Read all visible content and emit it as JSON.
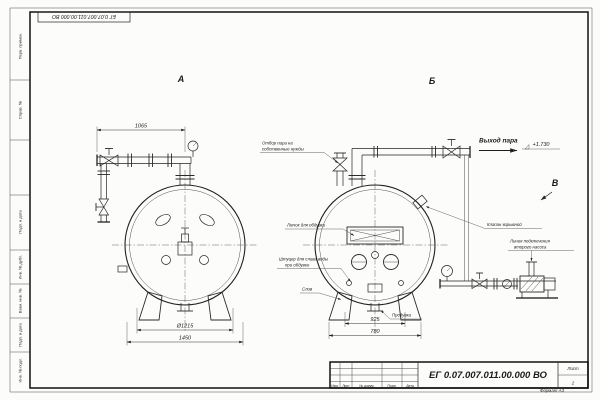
{
  "sheet": {
    "stamp_inverted": "ЕГ 0.07.007.011.00.000 ВО",
    "title_code": "ЕГ 0.07.007.011.00.000 ВО",
    "format": "Формат А3",
    "sheet_cell_label": "Лист",
    "sheet_cell_value": "2",
    "columns": {
      "izm": "Изм.",
      "list": "Лист",
      "doc": "№ докум.",
      "sign": "Подп.",
      "date": "Дата"
    },
    "margin_boxes": [
      "Перв. примен.",
      "Справ. №",
      "Подп. и дата",
      "Инв. № дубл.",
      "Взам. инв. №",
      "Подп. и дата",
      "Инв. № подл."
    ]
  },
  "views": {
    "a": "А",
    "b": "Б",
    "v": "В"
  },
  "dims": {
    "pipe_length": "1065",
    "diameter": "Ø1215",
    "overall": "1450",
    "door": "925",
    "base": "780",
    "level": "+1.730"
  },
  "labels": {
    "steam_out": "Выход пара",
    "tap1": "Отбор пара на",
    "tap2": "собственные нужды",
    "hatch": "Лючок для обдувки",
    "drain_stub1": "Штуцер для слива воды",
    "drain_stub2": "при обдувке",
    "drain": "Слив",
    "valve": "Клапан взрывной",
    "pump1": "Линия подключения",
    "pump2": "второго насоса",
    "blowdown": "Продувка"
  }
}
